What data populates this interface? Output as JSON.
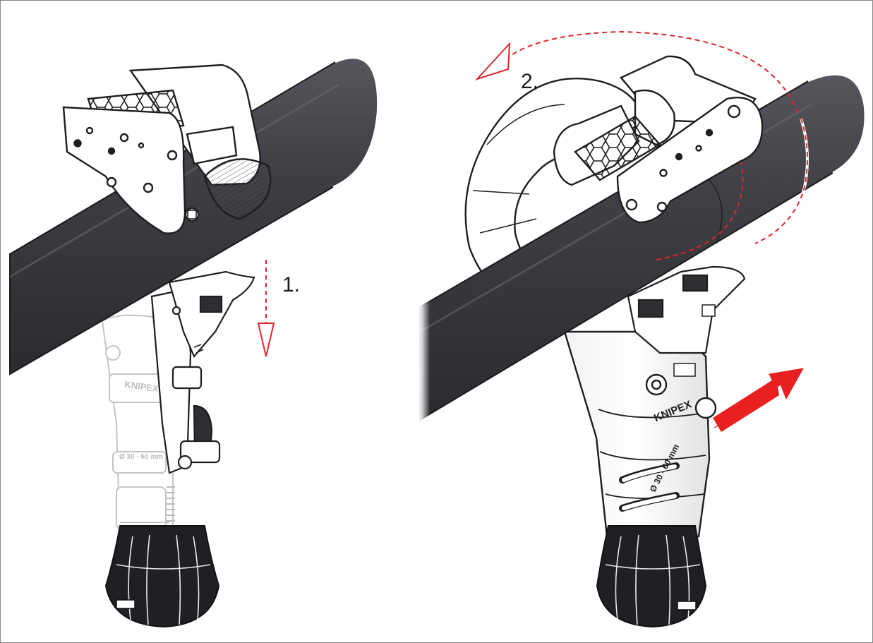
{
  "steps": [
    {
      "label": "1."
    },
    {
      "label": "2."
    }
  ],
  "tool": {
    "brand": "KNIPEX",
    "range": "Ø 30 - 60 mm"
  },
  "colors": {
    "pipe": "#3b3c40",
    "outline": "#1e1e1e",
    "ghost": "#c7c7c7",
    "arrow_red": "#e8201f",
    "dash_red": "#e0262b"
  },
  "icons": [
    "motion-arrow-down",
    "rotation-arrow",
    "push-arrow"
  ]
}
